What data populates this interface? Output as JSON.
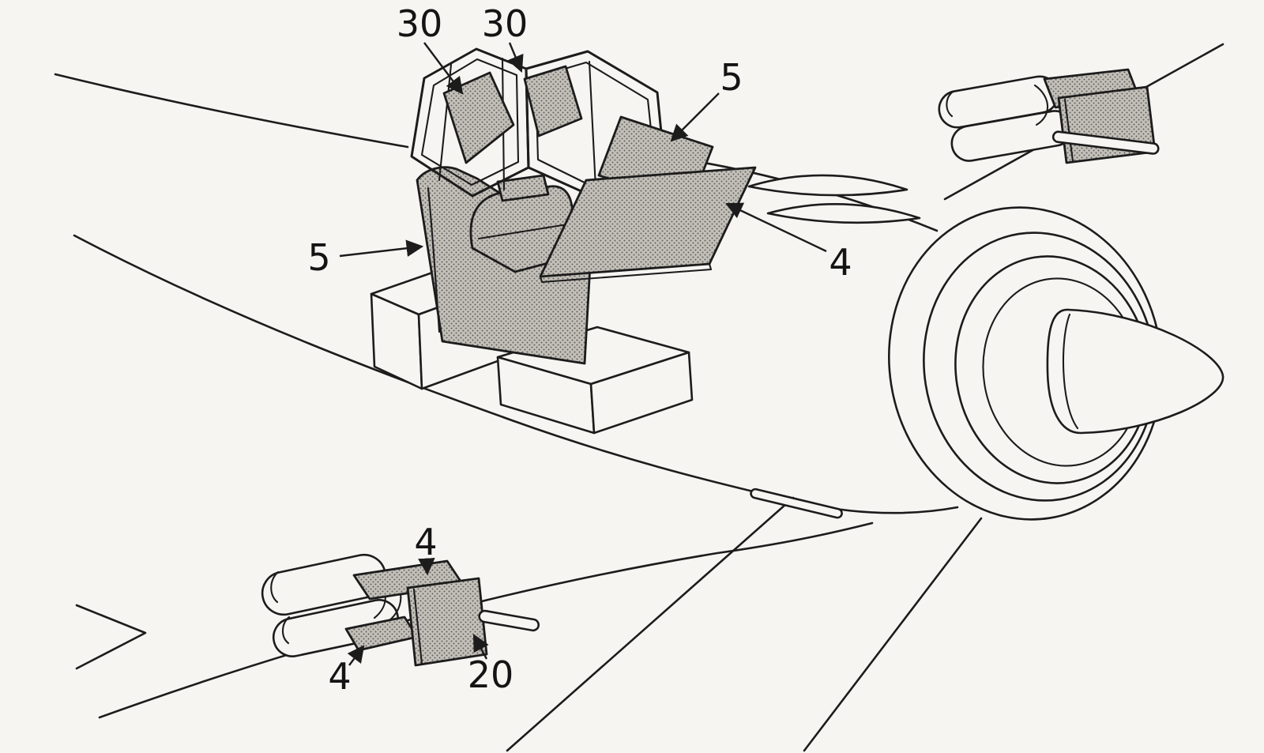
{
  "page": {
    "colors": {
      "paper": "#f6f5f2",
      "ink": "#1c1c1c",
      "plate_fill_base": "#c3c0ba",
      "plate_dot": "#63605b",
      "label": "#141414"
    }
  },
  "figure": {
    "type": "technical-illustration",
    "subject": "fighter-aircraft-cockpit-and-weapon-armor-diagram",
    "callouts": [
      {
        "part": "windscreen-head-armor",
        "label": "30"
      },
      {
        "part": "canopy-head-armor",
        "label": "30"
      },
      {
        "part": "cockpit-side-armor-right",
        "label": "5"
      },
      {
        "part": "cockpit-horizontal-armor",
        "label": "4"
      },
      {
        "part": "cockpit-side-armor-left",
        "label": "5"
      },
      {
        "part": "gun-mount-top-armor",
        "label": "4"
      },
      {
        "part": "gun-mount-lower-armor",
        "label": "4"
      },
      {
        "part": "gun-mount-side-armor",
        "label": "20"
      }
    ]
  }
}
